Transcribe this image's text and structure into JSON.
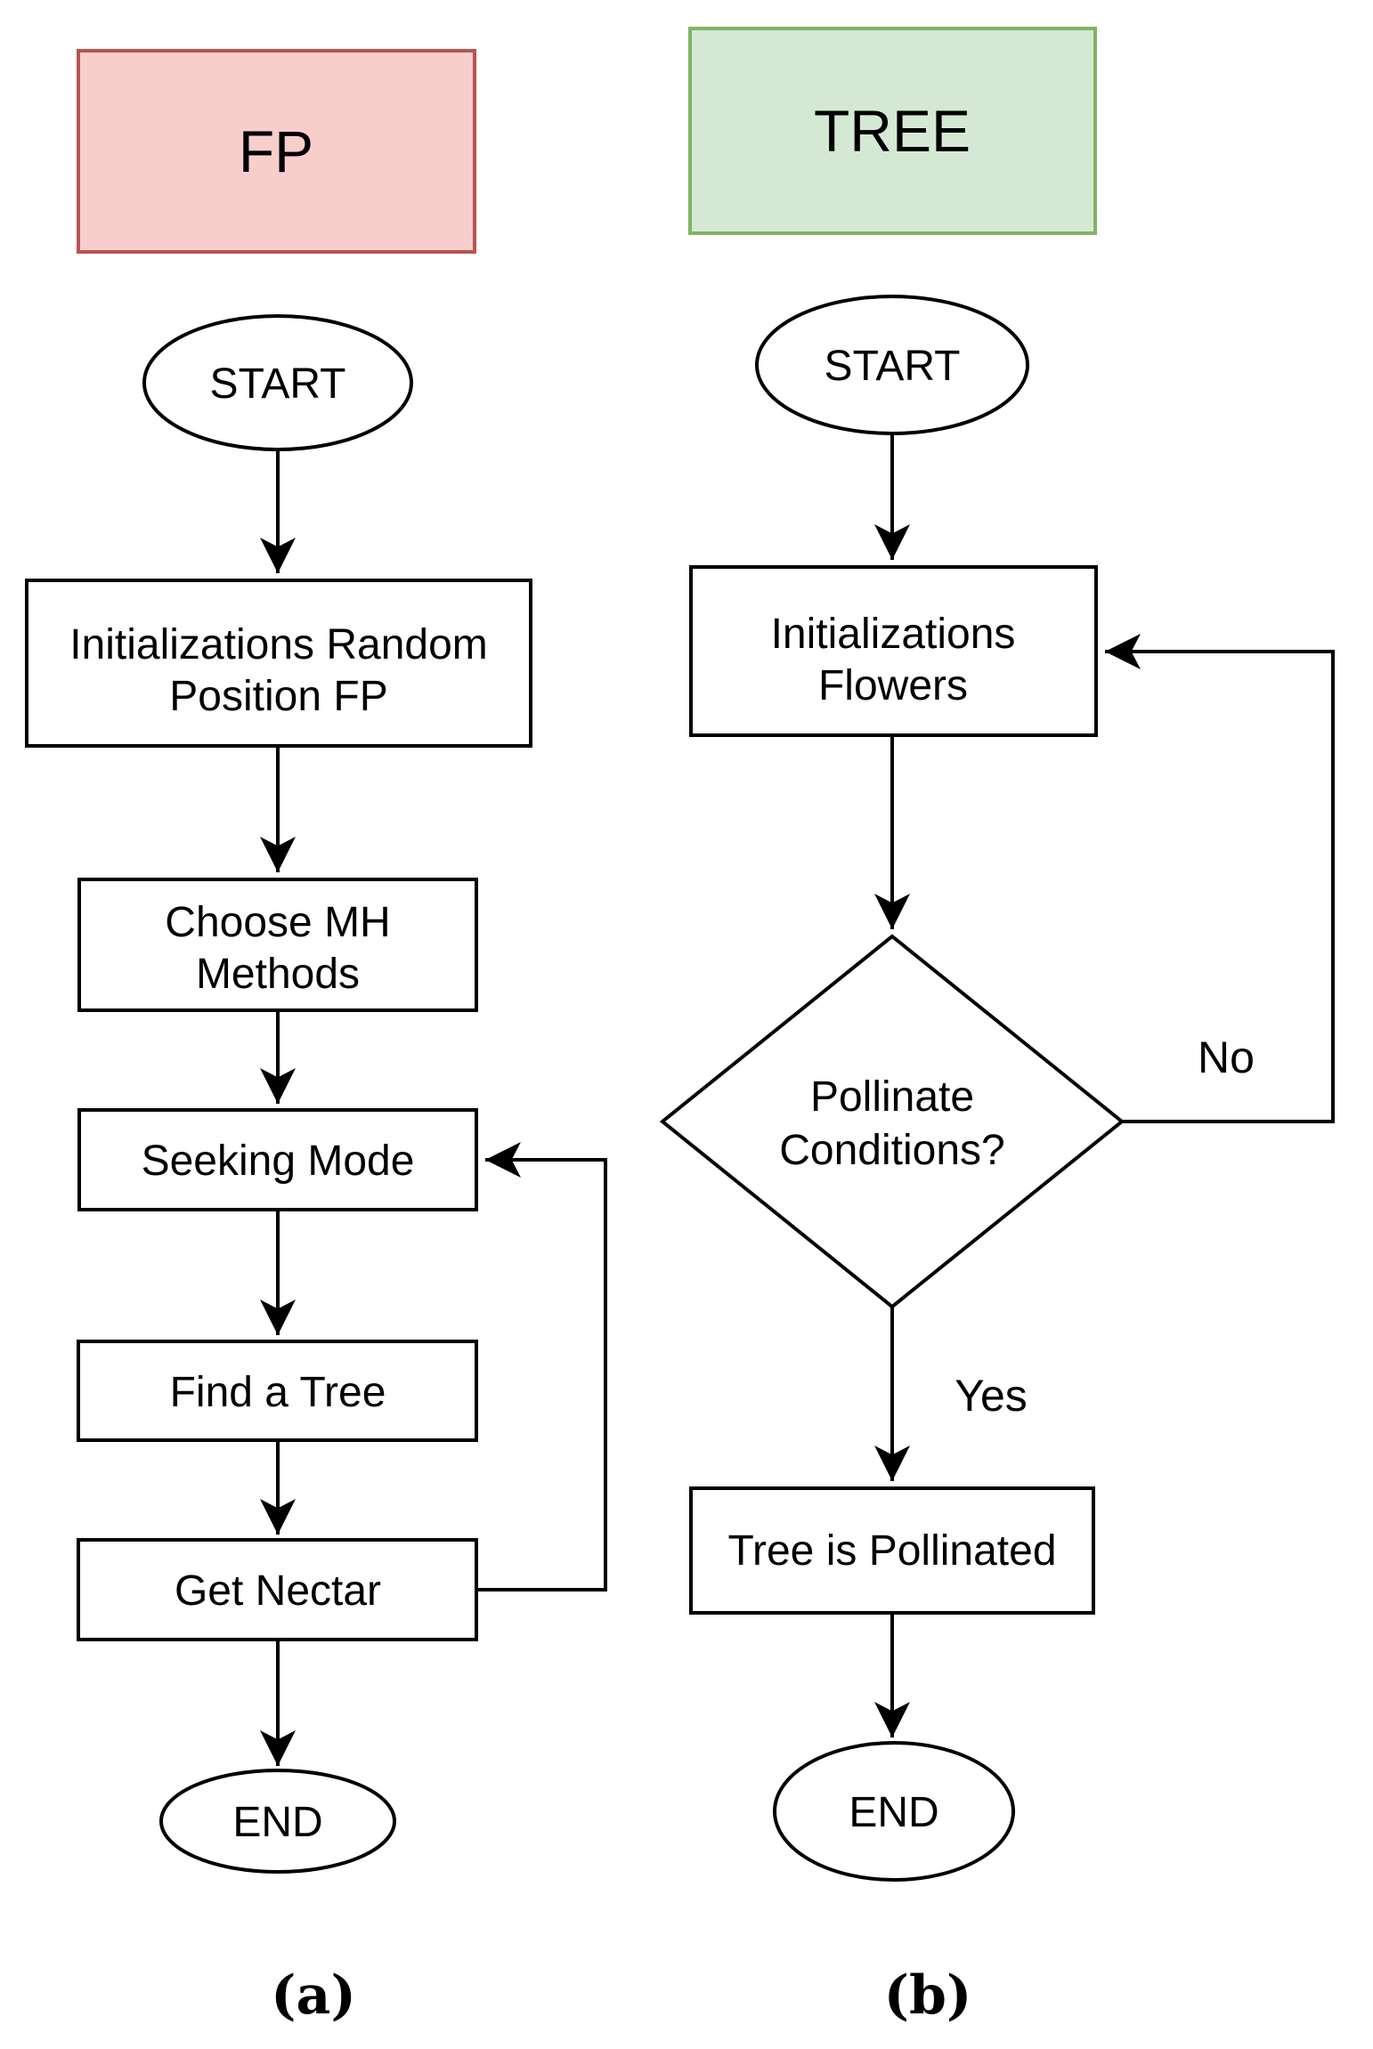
{
  "colors": {
    "background": "#FFFFFF",
    "line": "#000000",
    "fp_header_fill": "#F8CECC",
    "fp_header_stroke": "#B85450",
    "tree_header_fill": "#D5E8D4",
    "tree_header_stroke": "#82B366"
  },
  "panel_a": {
    "caption": "(a)",
    "header_label": "FP",
    "start_label": "START",
    "init_line1": "Initializations Random",
    "init_line2": "Position FP",
    "choose_line1": "Choose MH",
    "choose_line2": "Methods",
    "seeking_label": "Seeking Mode",
    "find_label": "Find a Tree",
    "nectar_label": "Get Nectar",
    "end_label": "END"
  },
  "panel_b": {
    "caption": "(b)",
    "header_label": "TREE",
    "start_label": "START",
    "init_line1": "Initializations",
    "init_line2": "Flowers",
    "diamond_line1": "Pollinate",
    "diamond_line2": "Conditions?",
    "no_label": "No",
    "yes_label": "Yes",
    "pollinated_label": "Tree is Pollinated",
    "end_label": "END"
  }
}
